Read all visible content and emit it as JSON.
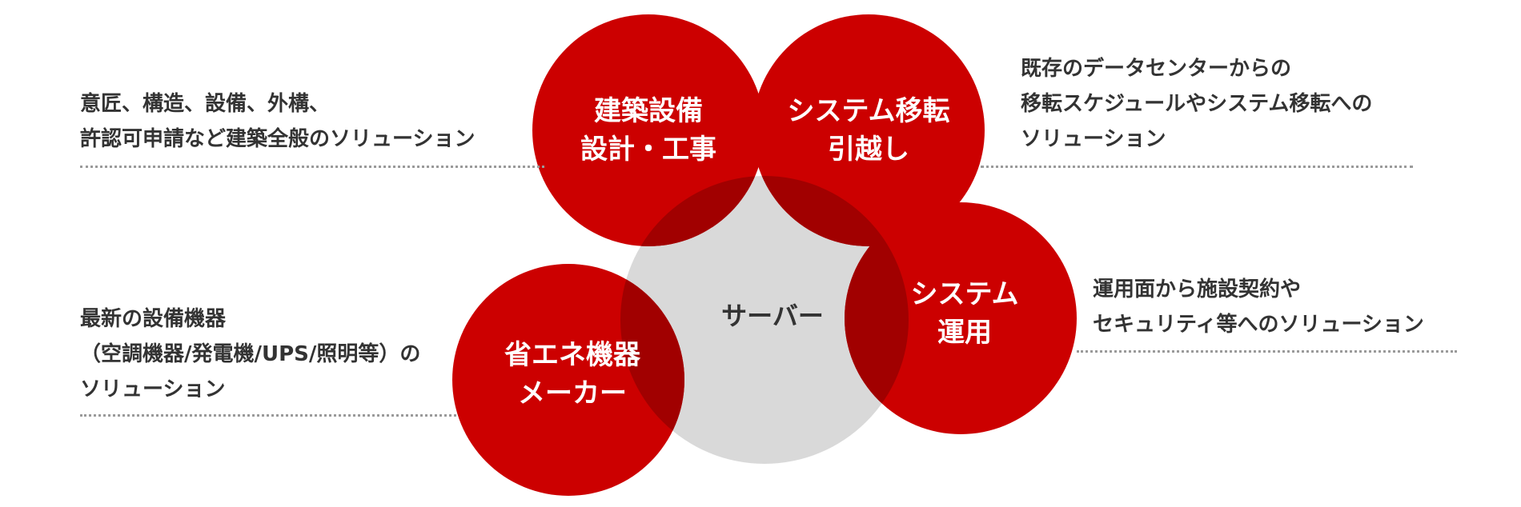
{
  "colors": {
    "circle_red": "#cc0000",
    "overlap_red": "#a10000",
    "server_gray": "#d9d9d9",
    "text_dark": "#333333",
    "dots": "#9a9a9a"
  },
  "center": {
    "label": "サーバー"
  },
  "circles": [
    {
      "id": "building",
      "lines": [
        "建築設備",
        "設計・工事"
      ]
    },
    {
      "id": "migration",
      "lines": [
        "システム移転",
        "引越し"
      ]
    },
    {
      "id": "operation",
      "lines": [
        "システム",
        "運用"
      ]
    },
    {
      "id": "maker",
      "lines": [
        "省エネ機器",
        "メーカー"
      ]
    }
  ],
  "descriptions": {
    "building": [
      "意匠、構造、設備、外構、",
      "許認可申請など建築全般のソリューション"
    ],
    "migration": [
      "既存のデータセンターからの",
      "移転スケジュールやシステム移転への",
      "ソリューション"
    ],
    "operation": [
      "運用面から施設契約や",
      "セキュリティ等へのソリューション"
    ],
    "maker": [
      "最新の設備機器",
      "（空調機器/発電機/UPS/照明等）の",
      "ソリューション"
    ]
  }
}
